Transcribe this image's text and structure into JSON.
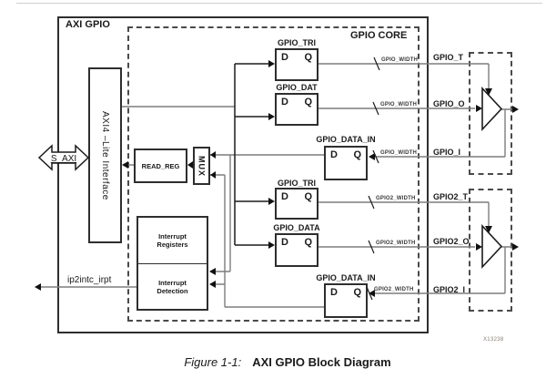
{
  "diagram": {
    "outer_label": "AXI GPIO",
    "core_label": "GPIO CORE",
    "figure_number": "X13238"
  },
  "caption": {
    "label": "Figure 1-1:",
    "title": "AXI GPIO Block Diagram"
  },
  "blocks": {
    "axi_interface": "AXI4 –Lite Interface",
    "read_reg": "READ_REG",
    "mux": "MUX",
    "interrupt_registers": "Interrupt Registers",
    "interrupt_detection": "Interrupt Detection",
    "ff_d": "D",
    "ff_q": "Q"
  },
  "flipflops": [
    {
      "label": "GPIO_TRI"
    },
    {
      "label": "GPIO_DAT"
    },
    {
      "label": "GPIO_DATA_IN"
    },
    {
      "label": "GPIO_TRI"
    },
    {
      "label": "GPIO_DATA"
    },
    {
      "label": "GPIO_DATA_IN"
    }
  ],
  "ports": {
    "s_axi": "S_AXI",
    "interrupt": "ip2intc_irpt",
    "gpio_t": "GPIO_T",
    "gpio_o": "GPIO_O",
    "gpio_i": "GPIO_I",
    "gpio2_t": "GPIO2_T",
    "gpio2_o": "GPIO2_O",
    "gpio2_i": "GPIO2_I"
  },
  "bus_widths": {
    "ch1": "GPIO_WIDTH",
    "ch2": "GPIO2_WIDTH"
  },
  "colors": {
    "wire_gray": "#7d7d7d",
    "line_black": "#1c1c1c"
  }
}
